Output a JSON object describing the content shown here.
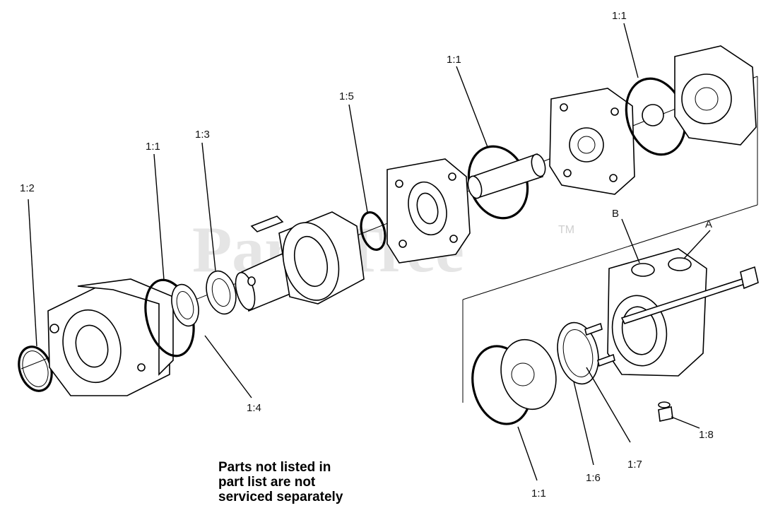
{
  "watermark": {
    "text": "PartsTree",
    "tm": "TM"
  },
  "callouts": {
    "c12": "1:2",
    "c11_left": "1:1",
    "c13": "1:3",
    "c14": "1:4",
    "c15": "1:5",
    "c11_shaft": "1:1",
    "c11_top": "1:1",
    "c11_bottom": "1:1",
    "c16": "1:6",
    "c17": "1:7",
    "c18": "1:8",
    "port_b": "B",
    "port_a": "A"
  },
  "note": {
    "line1": "Parts not listed in",
    "line2": "part list are not",
    "line3": "serviced separately"
  }
}
